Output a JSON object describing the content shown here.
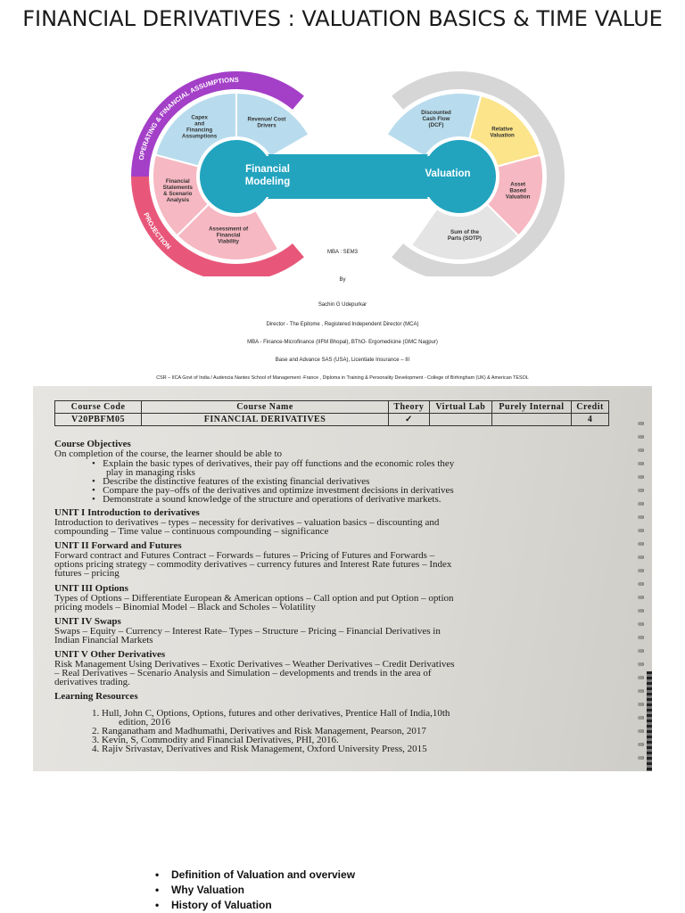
{
  "title": "FINANCIAL DERIVATIVES : VALUATION BASICS & TIME VALUE",
  "diagram": {
    "outer_left_top": "OPERATING & FINANCIAL ASSUMPTIONS",
    "outer_left_bottom": "PROJECTION",
    "center_left": [
      "Financial",
      "Modeling"
    ],
    "center_right": "Valuation",
    "left_segments": [
      {
        "lines": [
          "Revenue/ Cost",
          "Drivers"
        ],
        "color": "#b8dced"
      },
      {
        "lines": [
          "Capex",
          "and",
          "Financing",
          "Assumptions"
        ],
        "color": "#b8dced"
      },
      {
        "lines": [
          "Financial",
          "Statements",
          "& Scenario",
          "Analysis"
        ],
        "color": "#f6b8c2"
      },
      {
        "lines": [
          "Assessment of",
          "Financial",
          "Viability"
        ],
        "color": "#f6b8c2"
      }
    ],
    "right_segments": [
      {
        "lines": [
          "Discounted",
          "Cash Flow",
          "(DCF)"
        ],
        "color": "#b8dced"
      },
      {
        "lines": [
          "Relative",
          "Valuation"
        ],
        "color": "#fbe48a"
      },
      {
        "lines": [
          "Asset",
          "Based",
          "Valuation"
        ],
        "color": "#f6b8c2"
      },
      {
        "lines": [
          "Sum of the",
          "Parts (SOTP)"
        ],
        "color": "#e4e4e4"
      }
    ],
    "colors": {
      "purple": "#a43fc8",
      "pink": "#e8577a",
      "teal": "#22a4bf",
      "gray": "#d6d6d6"
    }
  },
  "meta": {
    "line1": "MBA : SEM3",
    "line2": "By",
    "line3": "Sachin G Udepurkar",
    "line4": "Director - The Epitome , Registered Independent Director (MCA)",
    "line5": "MBA - Finance-Microfinance (IIFM Bhopal), BThO- Ergomedicine (GMC Nagpur)",
    "line6": "Base and Advance SAS (USA), Licentiate Insurance – III",
    "line7": "CSR – IICA Govt of India / Audencia Nantes School of Management -France , Diploma in Training & Personality Development - College of Birhingham (UK) & American TESOL"
  },
  "course_table": {
    "headers": [
      "Course Code",
      "Course Name",
      "Theory",
      "Virtual Lab",
      "Purely Internal",
      "Credit"
    ],
    "row": [
      "V20PBFM05",
      "FINANCIAL DERIVATIVES",
      "✓",
      "",
      "",
      "4"
    ]
  },
  "syllabus": {
    "objectives_heading": "Course Objectives",
    "objectives_intro": "On completion of the course, the learner should be able to",
    "objectives": [
      "Explain the basic types of derivatives, their pay off functions and the economic roles they",
      "play in managing risks",
      "Describe the distinctive features of the existing financial derivatives",
      "Compare the pay–offs of the derivatives and optimize investment decisions in derivatives",
      "Demonstrate a sound knowledge of the structure and operations of derivative markets."
    ],
    "units": [
      {
        "heading": "UNIT I Introduction to derivatives",
        "lines": [
          "Introduction to derivatives – types – necessity for derivatives – valuation basics – discounting and",
          "compounding – Time value – continuous compounding – significance"
        ]
      },
      {
        "heading": "UNIT II Forward and Futures",
        "lines": [
          "Forward contract and Futures Contract – Forwards – futures – Pricing of Futures and Forwards –",
          "options pricing strategy – commodity derivatives – currency futures and Interest Rate futures – Index",
          "futures – pricing"
        ]
      },
      {
        "heading": "UNIT III  Options",
        "lines": [
          "Types of Options – Differentiate European & American options – Call option and put Option – option",
          "pricing models – Binomial Model – Black and Scholes – Volatility"
        ]
      },
      {
        "heading": "UNIT IV  Swaps",
        "lines": [
          "Swaps – Equity – Currency – Interest Rate– Types – Structure – Pricing – Financial Derivatives in",
          "Indian Financial Markets"
        ]
      },
      {
        "heading": "UNIT V  Other Derivatives",
        "lines": [
          "Risk Management Using Derivatives – Exotic Derivatives – Weather Derivatives – Credit Derivatives",
          "– Real Derivatives – Scenario Analysis and Simulation – developments and trends in the area of",
          "derivatives trading."
        ]
      }
    ],
    "resources_heading": "Learning Resources",
    "resources": [
      "1.   Hull, John C, Options, Options, futures and other derivatives, Prentice Hall of India,10th",
      "edition, 2016",
      "2.   Ranganatham and Madhumathi, Derivatives and Risk Management, Pearson, 2017",
      "3.   Kevin, S, Commodity and Financial Derivatives, PHI, 2016.",
      "4.   Rajiv Srivastav, Derivatives and Risk Management, Oxford University Press, 2015"
    ]
  },
  "bullets": [
    "Definition of Valuation and overview",
    "Why Valuation",
    "History of Valuation"
  ]
}
